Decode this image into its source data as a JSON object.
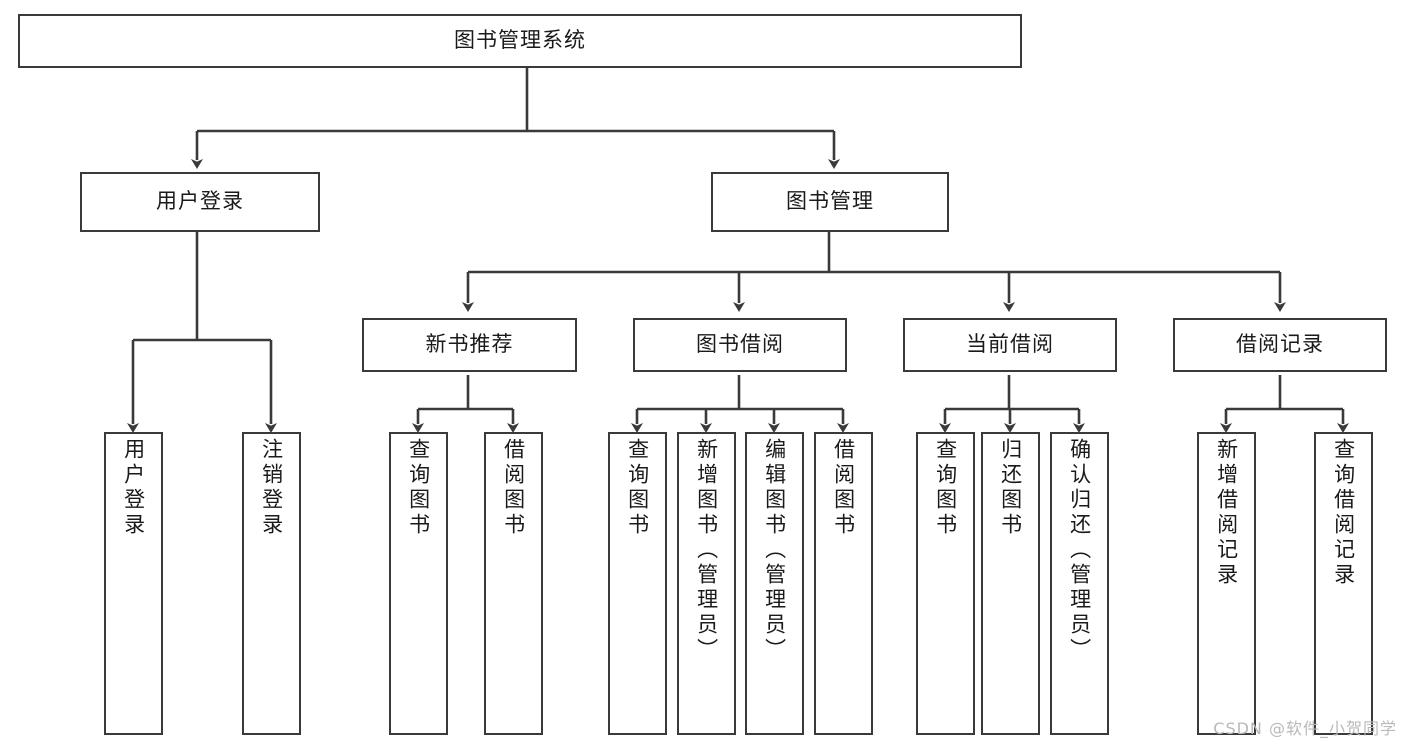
{
  "diagram": {
    "title": "图书管理系统",
    "type": "tree-hierarchy-diagram",
    "watermark": "CSDN @软件_小贺同学",
    "colors": {
      "box_border": "#3a3a3a",
      "box_fill": "#ffffff",
      "line": "#3a3a3a",
      "text": "#1a1a1a",
      "watermark": "#b9b9b9"
    },
    "root": {
      "label": "图书管理系统"
    },
    "level2": [
      {
        "label": "用户登录"
      },
      {
        "label": "图书管理"
      }
    ],
    "level3": [
      {
        "label": "新书推荐"
      },
      {
        "label": "图书借阅"
      },
      {
        "label": "当前借阅"
      },
      {
        "label": "借阅记录"
      }
    ],
    "leaves": {
      "user_login": [
        {
          "label": "用户登录"
        },
        {
          "label": "注销登录"
        }
      ],
      "new_book_recommend": [
        {
          "label": "查询图书"
        },
        {
          "label": "借阅图书"
        }
      ],
      "book_borrow": [
        {
          "label": "查询图书"
        },
        {
          "label": "新增图书（管理员）"
        },
        {
          "label": "编辑图书（管理员）"
        },
        {
          "label": "借阅图书"
        }
      ],
      "current_borrow": [
        {
          "label": "查询图书"
        },
        {
          "label": "归还图书"
        },
        {
          "label": "确认归还（管理员）"
        }
      ],
      "borrow_record": [
        {
          "label": "新增借阅记录"
        },
        {
          "label": "查询借阅记录"
        }
      ]
    }
  }
}
